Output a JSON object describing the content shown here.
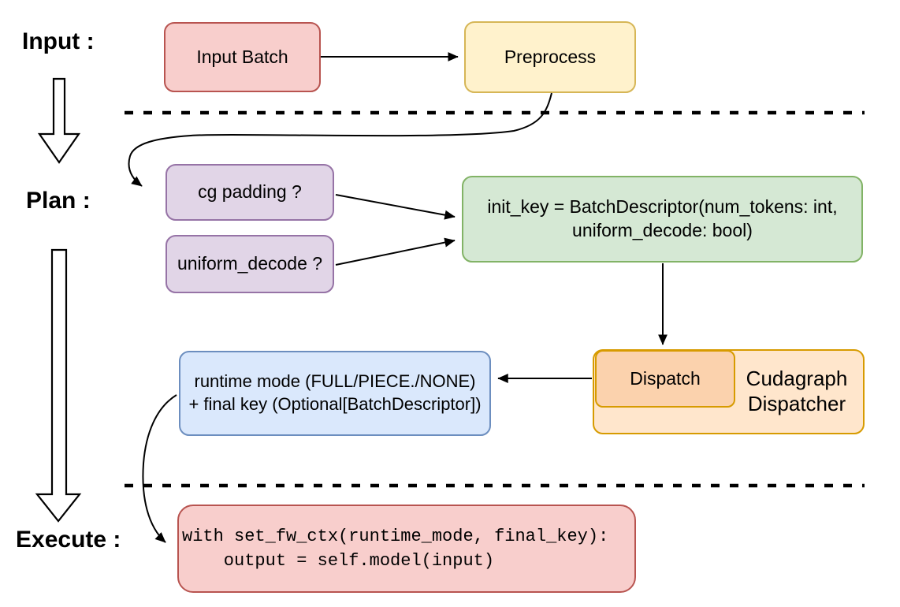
{
  "sections": {
    "input_label": "Input :",
    "plan_label": "Plan :",
    "execute_label": "Execute :"
  },
  "nodes": {
    "input_batch": {
      "label": "Input Batch",
      "fill": "#f8cecc",
      "border": "#b85450"
    },
    "preprocess": {
      "label": "Preprocess",
      "fill": "#fff2cc",
      "border": "#d6b656"
    },
    "cg_padding": {
      "label": "cg padding ?",
      "fill": "#e1d5e7",
      "border": "#9673a6"
    },
    "uniform_decode": {
      "label": "uniform_decode ?",
      "fill": "#e1d5e7",
      "border": "#9673a6"
    },
    "init_key": {
      "line1": "init_key = BatchDescriptor(num_tokens: int,",
      "line2": "uniform_decode: bool)",
      "fill": "#d5e8d4",
      "border": "#82b366"
    },
    "cudagraph_dispatcher": {
      "label": "Cudagraph Dispatcher",
      "fill": "#ffe6cc",
      "border": "#d79b00"
    },
    "dispatch": {
      "label": "Dispatch",
      "fill": "#fbd2ad",
      "border": "#d79b00"
    },
    "runtime_result": {
      "line1": "runtime mode (FULL/PIECE./NONE)",
      "line2": "+ final key (Optional[BatchDescriptor])",
      "fill": "#dae8fc",
      "border": "#6c8ebf"
    },
    "execute_code": {
      "line1": "with set_fw_ctx(runtime_mode, final_key):",
      "line2": "    output = self.model(input)",
      "fill": "#f8cecc",
      "border": "#b85450"
    }
  },
  "colors": {
    "connector": "#000000",
    "hollow_arrow_fill": "#ffffff",
    "background": "#ffffff"
  }
}
